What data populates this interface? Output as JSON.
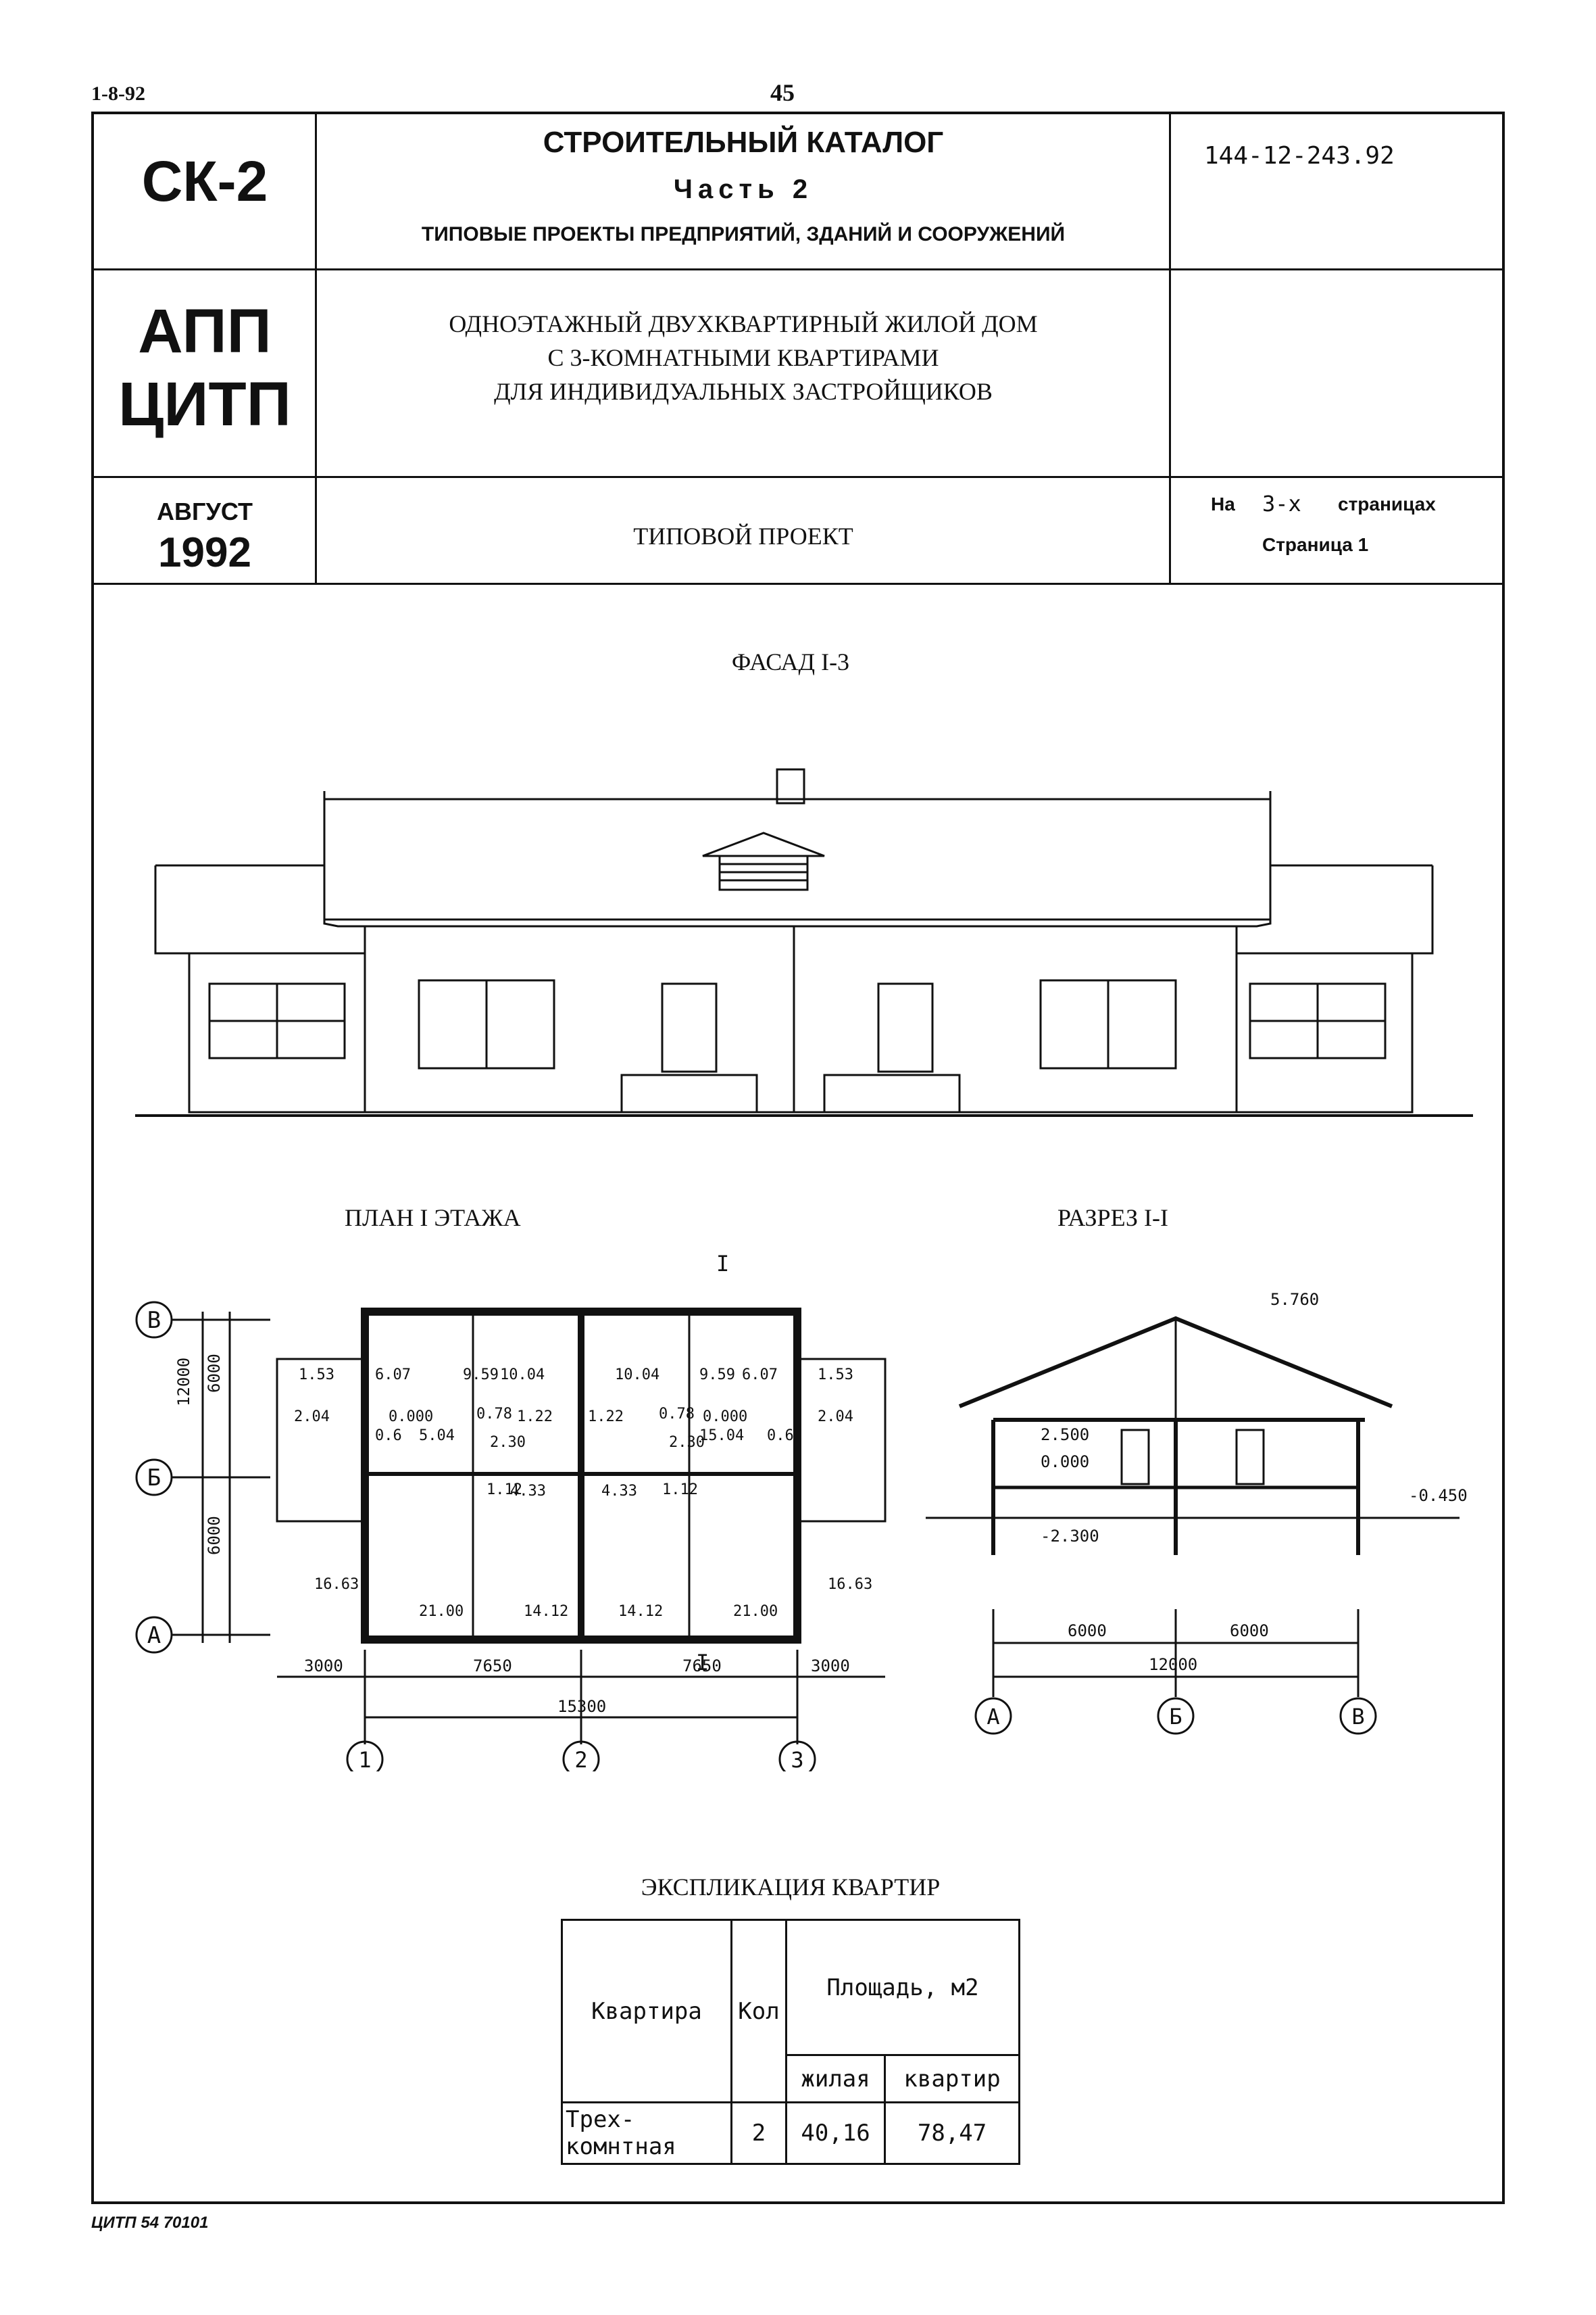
{
  "page": {
    "sheet_code": "1-8-92",
    "page_number": "45",
    "footer": "ЦИТП 54 70101"
  },
  "header": {
    "code": "СК-2",
    "catalog_title": "СТРОИТЕЛЬНЫЙ КАТАЛОГ",
    "part": "Часть 2",
    "subtitle": "ТИПОВЫЕ ПРОЕКТЫ ПРЕДПРИЯТИЙ, ЗДАНИЙ И СООРУЖЕНИЙ",
    "project_number": "144-12-243.92",
    "org_line1": "АПП",
    "org_line2": "ЦИТП",
    "description_line1": "ОДНОЭТАЖНЫЙ ДВУХКВАРТИРНЫЙ ЖИЛОЙ ДОМ",
    "description_line2": "С 3-КОМНАТНЫМИ КВАРТИРАМИ",
    "description_line3": "ДЛЯ ИНДИВИДУАЛЬНЫХ ЗАСТРОЙЩИКОВ",
    "month": "АВГУСТ",
    "year": "1992",
    "doc_type": "ТИПОВОЙ ПРОЕКТ",
    "pages_prefix": "На",
    "pages_count": "3-х",
    "pages_suffix": "страницах",
    "page_label": "Страница 1"
  },
  "drawings": {
    "facade_title": "ФАСАД I-3",
    "plan_title": "ПЛАН I ЭТАЖА",
    "section_title": "РАЗРЕЗ I-I",
    "section_marker": "I",
    "plan": {
      "axes_rows": [
        "В",
        "Б",
        "А"
      ],
      "axes_cols": [
        "1",
        "2",
        "3"
      ],
      "dim_total_vertical": "12000",
      "dim_vertical_parts": [
        "6000",
        "6000"
      ],
      "dim_horizontal_parts": [
        "3000",
        "7650",
        "7650",
        "3000"
      ],
      "dim_total_horizontal": "15300",
      "room_areas": [
        "1.53",
        "6.07",
        "9.59",
        "10.04",
        "10.04",
        "9.59",
        "6.07",
        "1.53",
        "2.04",
        "0.000",
        "5.04",
        "0.78",
        "1.22",
        "1.22",
        "0.78",
        "0.000",
        "15.04",
        "2.04",
        "0.6",
        "0.6",
        "2.30",
        "2.30",
        "1.12",
        "4.33",
        "4.33",
        "1.12",
        "16.63",
        "21.00",
        "14.12",
        "14.12",
        "21.00",
        "16.63"
      ]
    },
    "section": {
      "ridge_level": "5.760",
      "ceiling_level": "2.500",
      "floor_level": "0.000",
      "ground_level": "-0.450",
      "basement_level": "-2.300",
      "dim_parts": [
        "6000",
        "6000"
      ],
      "dim_total": "12000",
      "axes": [
        "А",
        "Б",
        "В"
      ]
    }
  },
  "explication": {
    "title": "ЭКСПЛИКАЦИЯ КВАРТИР",
    "col_apartment": "Квартира",
    "col_count": "Кол",
    "col_area": "Площадь, м2",
    "col_living": "жилая",
    "col_total": "квартир",
    "row_name_line1": "Трех-",
    "row_name_line2": "комнтная",
    "row_count": "2",
    "row_living": "40,16",
    "row_total": "78,47"
  }
}
